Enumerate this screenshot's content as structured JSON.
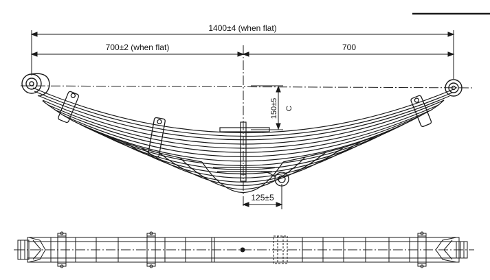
{
  "labels": {
    "overall_length": "1400±4 (when flat)",
    "left_half": "700±2 (when flat)",
    "right_half": "700",
    "camber": "150±5",
    "camber_letter": "C",
    "offset": "125±5"
  },
  "colors": {
    "ink": "#1a1a1a",
    "paper": "#ffffff"
  }
}
